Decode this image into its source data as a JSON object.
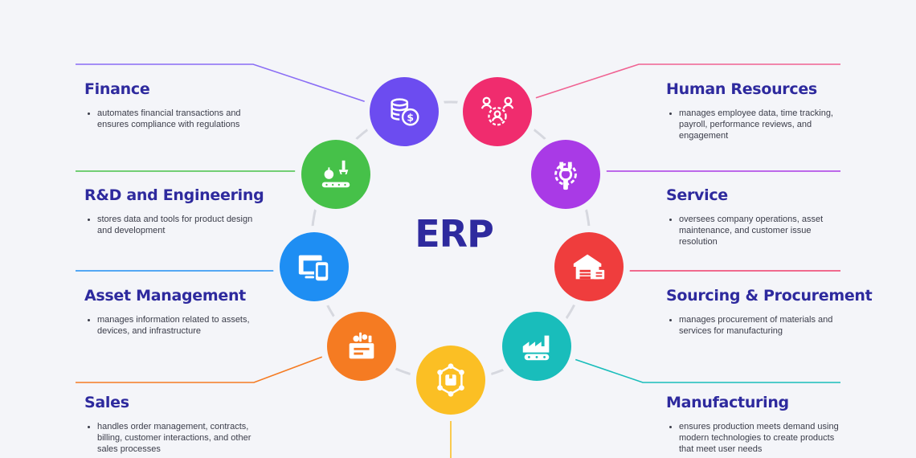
{
  "diagram": {
    "center_label": "ERP",
    "modules": [
      {
        "id": "finance",
        "title": "Finance",
        "description": "automates financial transactions and ensures compliance with regulations",
        "color": "#6c4cf0",
        "icon": "coins-dollar-icon"
      },
      {
        "id": "rnd",
        "title": "R&D and Engineering",
        "description": "stores data and tools for product design and development",
        "color": "#46c149",
        "icon": "robot-arm-conveyor-icon"
      },
      {
        "id": "asset",
        "title": "Asset Management",
        "description": "manages information related to assets, devices, and infrastructure",
        "color": "#1e8ef3",
        "icon": "devices-icon"
      },
      {
        "id": "sales",
        "title": "Sales",
        "description": "handles order management, contracts, billing, customer interactions, and other sales processes",
        "color": "#f57b22",
        "icon": "shopping-box-icon"
      },
      {
        "id": "hr",
        "title": "Human Resources",
        "description": "manages employee data, time tracking, payroll, performance reviews, and engagement",
        "color": "#f02c6e",
        "icon": "people-gear-icon"
      },
      {
        "id": "service",
        "title": "Service",
        "description": "oversees company operations, asset maintenance, and customer issue resolution",
        "color": "#a93ae6",
        "icon": "wrench-gear-icon"
      },
      {
        "id": "sourcing",
        "title": "Sourcing & Procurement",
        "description": "manages procurement of materials and services for manufacturing",
        "color": "#ef3d3d",
        "icon": "warehouse-icon"
      },
      {
        "id": "manufacturing",
        "title": "Manufacturing",
        "description": "ensures production meets demand using modern technologies to create products that meet user needs",
        "color": "#19bdbb",
        "icon": "factory-icon"
      },
      {
        "id": "supply",
        "title": "",
        "description": "",
        "color": "#fbbf24",
        "icon": "network-box-icon"
      }
    ]
  }
}
